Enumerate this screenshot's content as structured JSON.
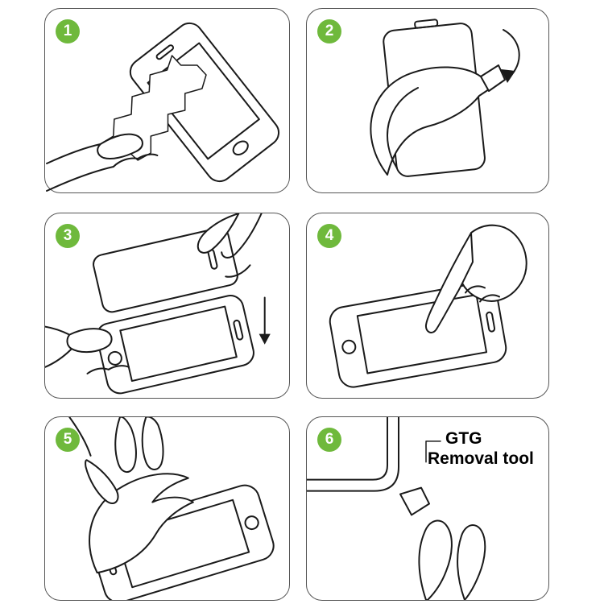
{
  "colors": {
    "badge": "#6fb93c",
    "badge_text": "#ffffff",
    "line_art": "#1a1a1a",
    "panel_border": "#555555",
    "background": "#ffffff",
    "annotation_text": "#000000"
  },
  "steps": [
    {
      "number": "1",
      "name": "wipe-screen-with-cloth"
    },
    {
      "number": "2",
      "name": "peel-backing-film-off-glass"
    },
    {
      "number": "3",
      "name": "align-and-lower-glass-onto-phone"
    },
    {
      "number": "4",
      "name": "press-screen-to-adhere"
    },
    {
      "number": "5",
      "name": "peel-protector-back-off-phone"
    },
    {
      "number": "6",
      "name": "lift-corner-with-removal-tool",
      "annotation_line1": "GTG",
      "annotation_line2": "Removal tool"
    }
  ],
  "icons": {
    "panel2_arrow": "curved-down-arrow",
    "panel3_arrow": "down-arrow"
  }
}
